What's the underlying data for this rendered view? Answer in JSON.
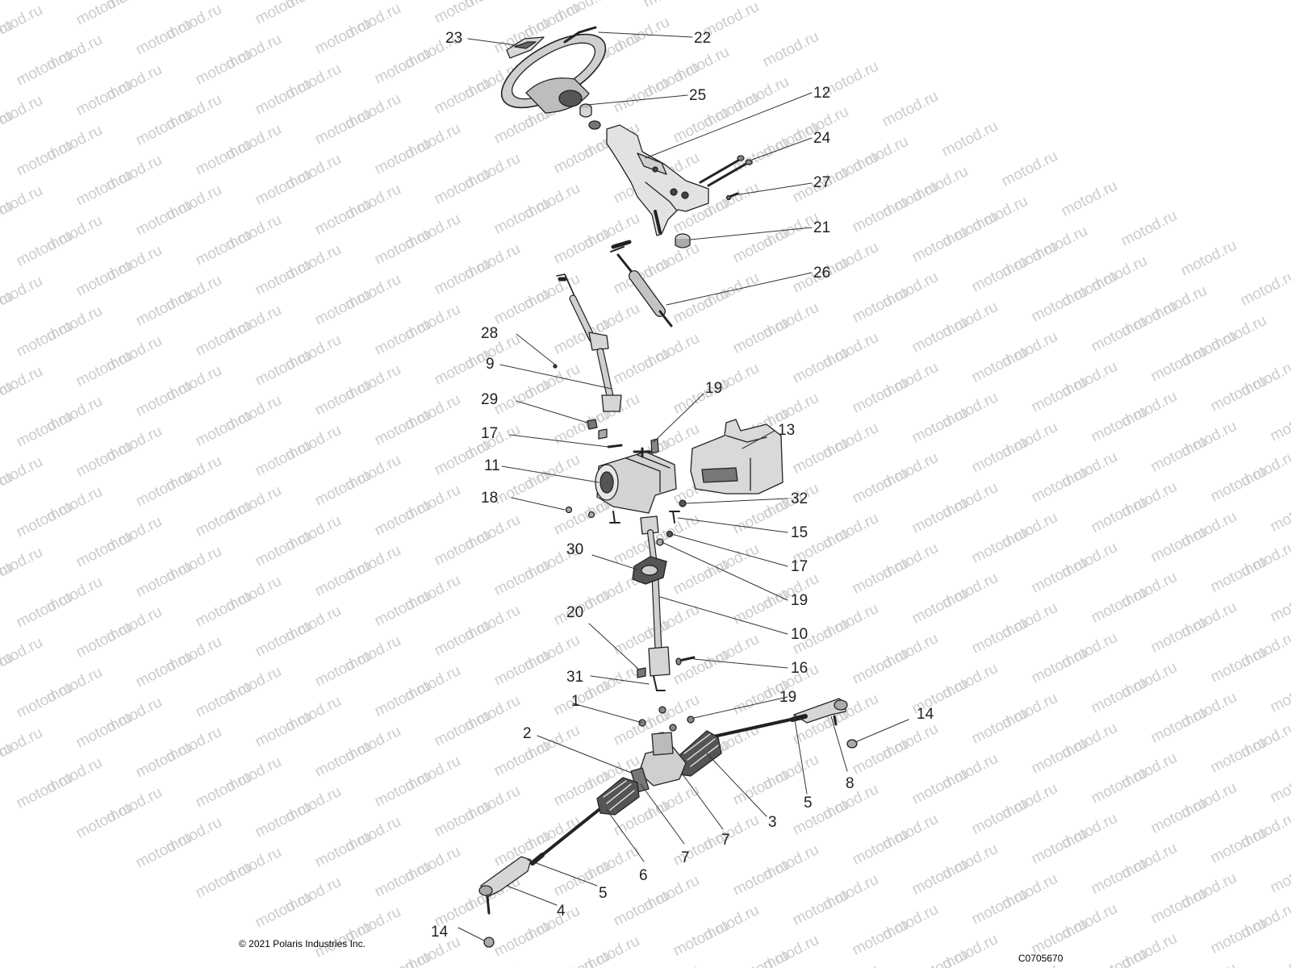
{
  "watermark": "motod.ru",
  "copyright": "© 2021 Polaris Industries Inc.",
  "drawing_id": "C0705670",
  "callouts": [
    {
      "id": "c23",
      "label": "23"
    },
    {
      "id": "c22",
      "label": "22"
    },
    {
      "id": "c25",
      "label": "25"
    },
    {
      "id": "c12",
      "label": "12"
    },
    {
      "id": "c24",
      "label": "24"
    },
    {
      "id": "c27",
      "label": "27"
    },
    {
      "id": "c21",
      "label": "21"
    },
    {
      "id": "c26",
      "label": "26"
    },
    {
      "id": "c28",
      "label": "28"
    },
    {
      "id": "c9",
      "label": "9"
    },
    {
      "id": "c19a",
      "label": "19"
    },
    {
      "id": "c29",
      "label": "29"
    },
    {
      "id": "c13",
      "label": "13"
    },
    {
      "id": "c17a",
      "label": "17"
    },
    {
      "id": "c11",
      "label": "11"
    },
    {
      "id": "c32",
      "label": "32"
    },
    {
      "id": "c18",
      "label": "18"
    },
    {
      "id": "c15",
      "label": "15"
    },
    {
      "id": "c30",
      "label": "30"
    },
    {
      "id": "c17b",
      "label": "17"
    },
    {
      "id": "c19b",
      "label": "19"
    },
    {
      "id": "c10",
      "label": "10"
    },
    {
      "id": "c20",
      "label": "20"
    },
    {
      "id": "c16",
      "label": "16"
    },
    {
      "id": "c31",
      "label": "31"
    },
    {
      "id": "c19c",
      "label": "19"
    },
    {
      "id": "c1",
      "label": "1"
    },
    {
      "id": "c14a",
      "label": "14"
    },
    {
      "id": "c2",
      "label": "2"
    },
    {
      "id": "c8",
      "label": "8"
    },
    {
      "id": "c5a",
      "label": "5"
    },
    {
      "id": "c3",
      "label": "3"
    },
    {
      "id": "c7a",
      "label": "7"
    },
    {
      "id": "c7b",
      "label": "7"
    },
    {
      "id": "c6",
      "label": "6"
    },
    {
      "id": "c5b",
      "label": "5"
    },
    {
      "id": "c4",
      "label": "4"
    },
    {
      "id": "c14b",
      "label": "14"
    }
  ]
}
